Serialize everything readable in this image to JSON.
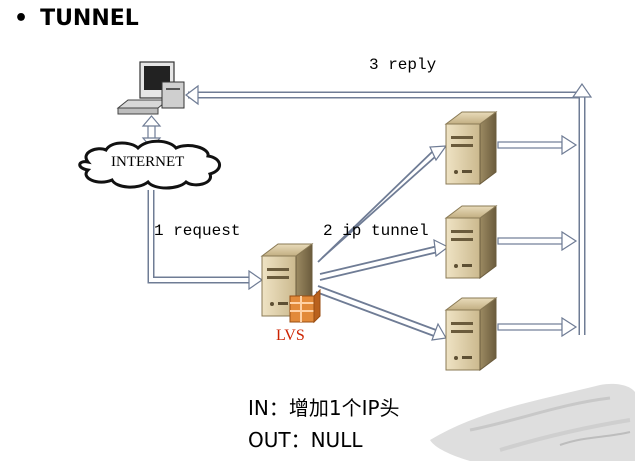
{
  "heading": {
    "bullet": "•",
    "title": "TUNNEL"
  },
  "diagram": {
    "reply_label": "3 reply",
    "internet_label": "INTERNET",
    "request_label": "1 request",
    "tunnel_label": "2 ip tunnel",
    "lvs_label": "LVS"
  },
  "notes": {
    "in_text": "IN：增加1个IP头",
    "out_text": "OUT：NULL"
  },
  "icons": {
    "client": "desktop-computer-icon",
    "internet": "cloud-icon",
    "lvs": "server-with-firewall-icon",
    "real_server": "server-icon"
  }
}
